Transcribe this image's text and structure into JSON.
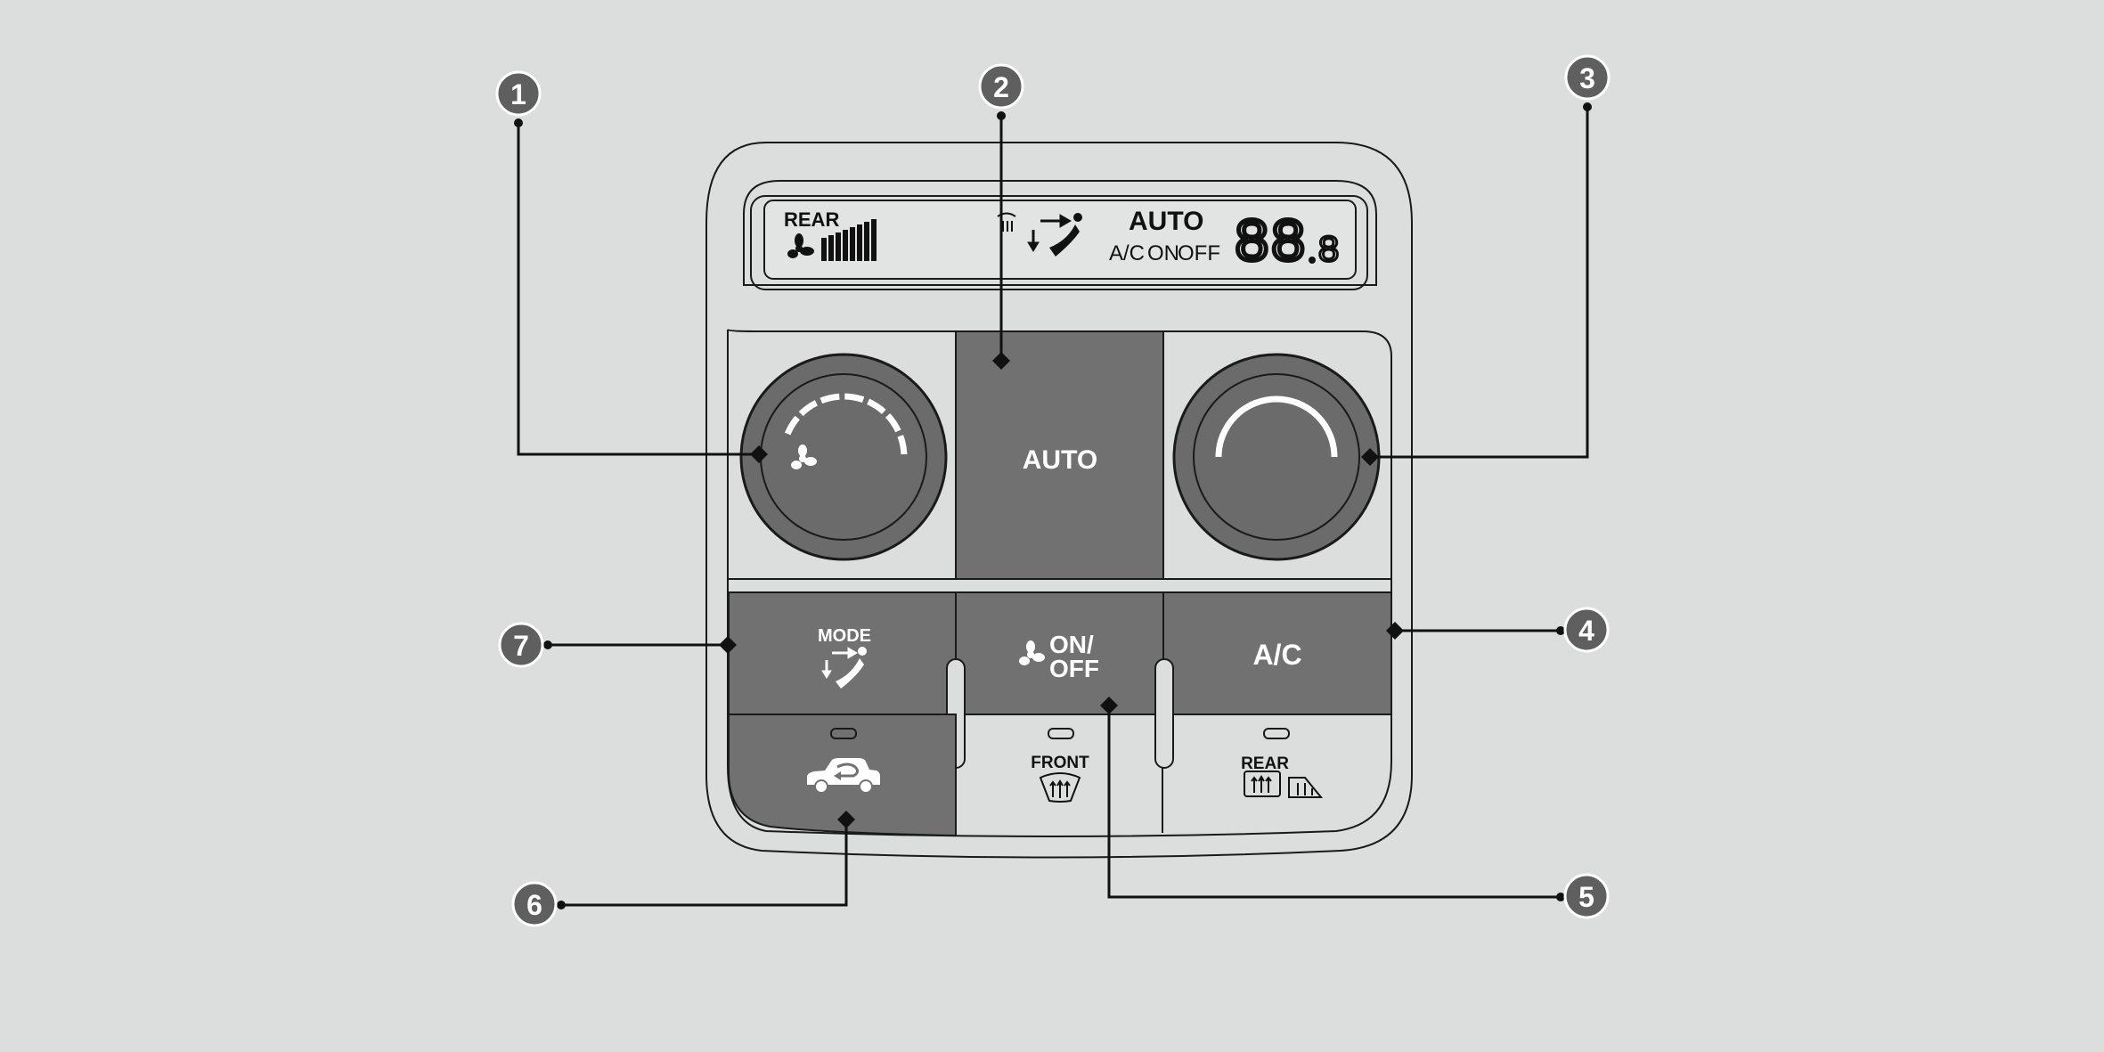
{
  "display": {
    "rear_label": "REAR",
    "auto_text": "AUTO",
    "ac_text": "A/C",
    "on_text": "ON",
    "off_text": "OFF",
    "temp_digits": "88",
    "temp_decimal": "8"
  },
  "buttons": {
    "auto_label": "AUTO",
    "mode_label": "MODE",
    "fan_on_label": "ON/",
    "fan_off_label": "OFF",
    "ac_label": "A/C",
    "front_label": "FRONT",
    "rear_label": "REAR"
  },
  "callouts": [
    "1",
    "2",
    "3",
    "4",
    "5",
    "6",
    "7"
  ],
  "colors": {
    "background": "#dcdedd",
    "button_fill": "#717171",
    "knob_fill": "#6b6b6b",
    "outline": "#1a1a1a",
    "callout_fill": "#5f5f5f"
  }
}
